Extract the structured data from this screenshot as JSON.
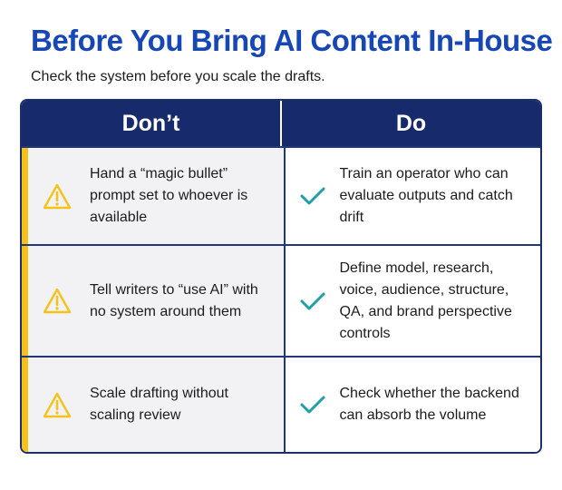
{
  "title": "Before You Bring AI Content In-House",
  "subtitle": "Check the system before you scale the drafts.",
  "table": {
    "headers": {
      "dont": "Don’t",
      "do": "Do"
    },
    "rows": [
      {
        "dont": "Hand a “magic bullet” prompt set to whoever is available",
        "do": "Train an operator who can evaluate outputs and catch drift"
      },
      {
        "dont": "Tell writers to “use AI” with no system around them",
        "do": "Define model, research, voice, audience, structure, QA, and brand perspective controls"
      },
      {
        "dont": "Scale drafting without scaling review",
        "do": "Check whether the backend can absorb the volume"
      }
    ]
  },
  "icons": {
    "dont": "warning-triangle-icon",
    "do": "check-icon"
  },
  "colors": {
    "title": "#1746b5",
    "header_bg": "#172a6b",
    "accent_yellow": "#f4c21a",
    "check_teal": "#1f9fa8",
    "dont_bg": "#f2f2f4"
  }
}
